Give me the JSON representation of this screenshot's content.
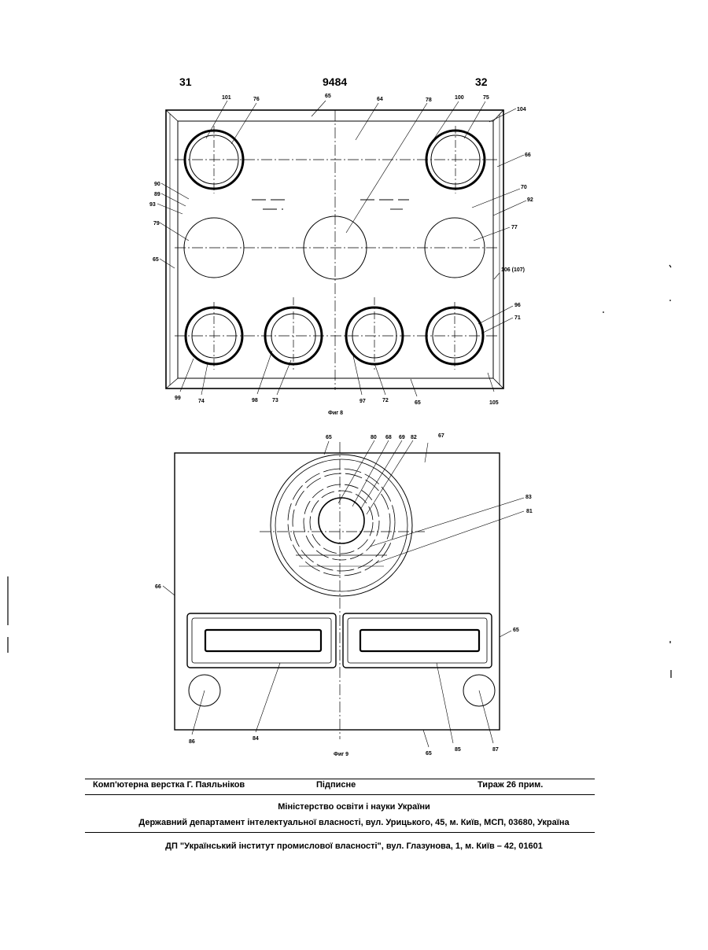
{
  "header": {
    "page_left": "31",
    "patent_number": "9484",
    "page_right": "32"
  },
  "figure8": {
    "caption": "Фиг 8",
    "labels": [
      "101",
      "76",
      "65",
      "64",
      "78",
      "100",
      "75",
      "104",
      "66",
      "90",
      "89",
      "93",
      "79",
      "65",
      "70",
      "92",
      "77",
      "106 (107)",
      "96",
      "71",
      "99",
      "74",
      "98",
      "73",
      "97",
      "72",
      "65",
      "105"
    ]
  },
  "figure9": {
    "caption": "Фиг 9",
    "labels": [
      "65",
      "80",
      "68",
      "69",
      "82",
      "67",
      "83",
      "81",
      "66",
      "65",
      "86",
      "84",
      "65",
      "85",
      "87"
    ]
  },
  "footer": {
    "layout_credit": "Комп'ютерна верстка Г. Паяльніков",
    "subscription": "Підписне",
    "print_run": "Тираж 26 прим.",
    "ministry": "Міністерство освіти і науки України",
    "department": "Державний департамент інтелектуальної власності, вул. Урицького, 45, м. Київ, МСП, 03680, Україна",
    "institute": "ДП \"Український інститут промислової власності\", вул. Глазунова, 1, м. Київ – 42, 01601"
  }
}
